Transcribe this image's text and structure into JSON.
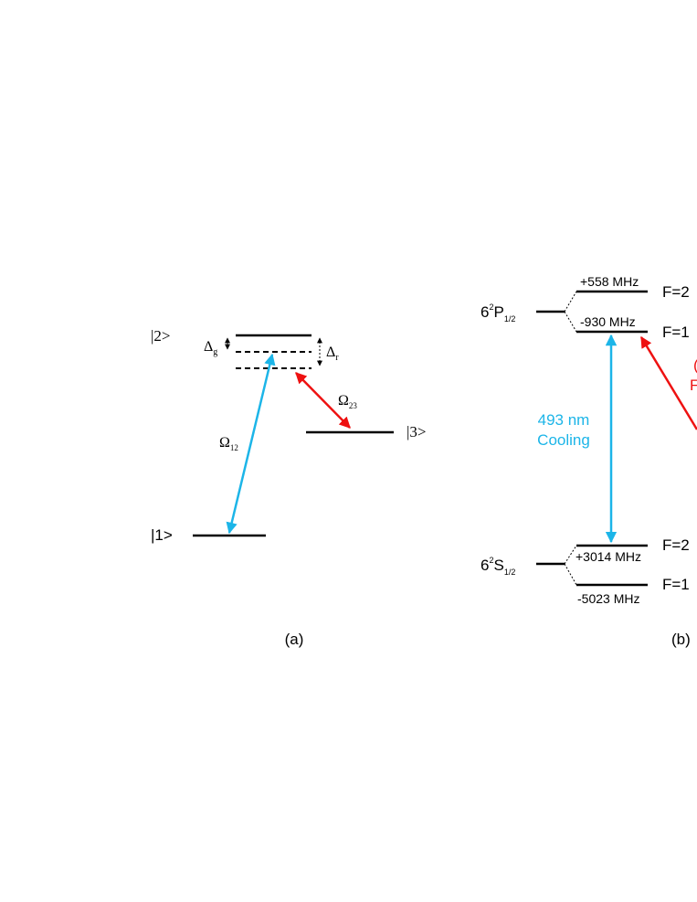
{
  "panel_a": {
    "caption": "(a)",
    "level_2": "|2>",
    "level_3": "|3>",
    "level_1": "|1>",
    "delta_g": {
      "base": "Δ",
      "sub": "g"
    },
    "delta_r": {
      "base": "Δ",
      "sub": "r"
    },
    "omega_12": {
      "base": "Ω",
      "sub": "12"
    },
    "omega_23": {
      "base": "Ω",
      "sub": "23"
    }
  },
  "panel_b": {
    "caption": "(b)",
    "p_state": {
      "prefix": "6",
      "sup": "2",
      "letter": "P",
      "sub": "1/2"
    },
    "s_state": {
      "prefix": "6",
      "sup": "2",
      "letter": "S",
      "sub": "1/2"
    },
    "p_f2_shift": "+558 MHz",
    "p_f1_shift": "-930 MHz",
    "s_f2_shift": "+3014 MHz",
    "s_f1_shift": "-5023 MHz",
    "p_f2_label": "F=2",
    "p_f1_label": "F=1",
    "s_f2_label": "F=2",
    "s_f1_label": "F=1",
    "cooling_line1": "493 nm",
    "cooling_line2": "Cooling"
  },
  "colors": {
    "cooling": "#1cb5e8",
    "repump": "#ee1111",
    "level": "#000000"
  }
}
